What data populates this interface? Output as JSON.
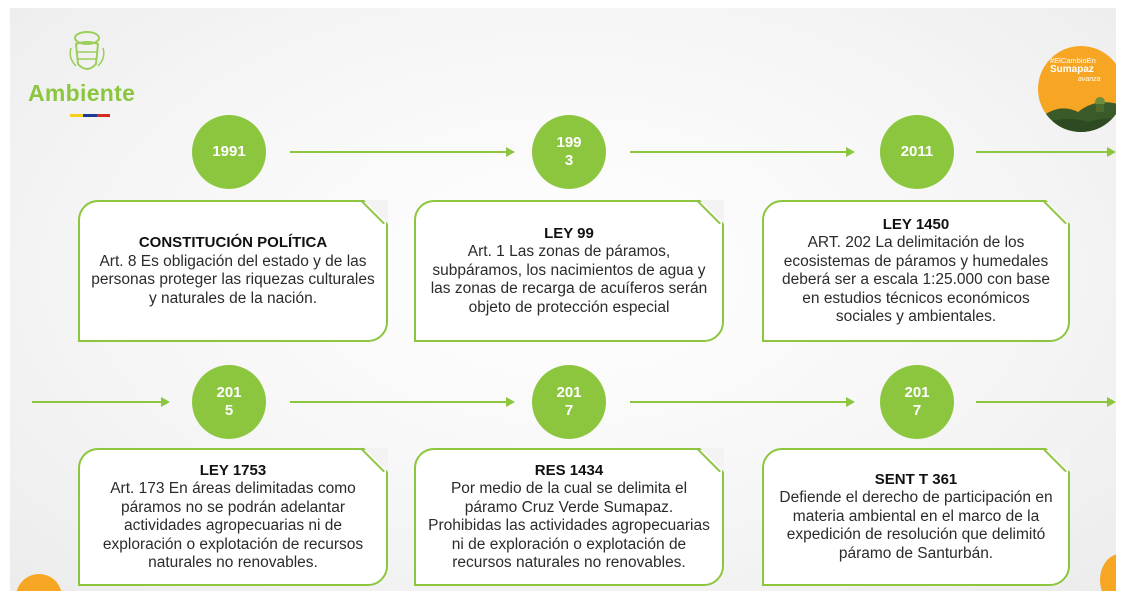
{
  "logo": {
    "text": "Ambiente",
    "flag_colors": [
      "#f7d117",
      "#1f3a93",
      "#d52b1e"
    ]
  },
  "badge": {
    "line1": "#ElCambioEn",
    "line2": "Sumapaz",
    "line3": "avanza"
  },
  "colors": {
    "green": "#8cc63f",
    "orange": "#f6a623"
  },
  "timeline": [
    {
      "year": "1991",
      "title": "CONSTITUCIÓN POLÍTICA",
      "text": "Art. 8 Es obligación del estado y de las personas proteger las riquezas culturales y naturales de la nación."
    },
    {
      "year": "199\n3",
      "title": "LEY 99",
      "text": "Art. 1 Las zonas de páramos, subpáramos, los nacimientos de agua y las zonas de recarga de acuíferos serán objeto de protección especial"
    },
    {
      "year": "2011",
      "title": "LEY 1450",
      "text": "ART. 202 La delimitación de los ecosistemas de páramos y humedales deberá ser a escala 1:25.000 con base en estudios técnicos económicos sociales y ambientales."
    },
    {
      "year": "201\n5",
      "title": "LEY 1753",
      "text": "Art. 173 En áreas delimitadas como páramos no se podrán adelantar actividades agropecuarias ni de exploración o explotación de recursos naturales no renovables."
    },
    {
      "year": "201\n7",
      "title": "RES 1434",
      "text": "Por medio de la cual se delimita el páramo Cruz Verde Sumapaz. Prohibidas las actividades agropecuarias ni de exploración o explotación de recursos naturales no renovables."
    },
    {
      "year": "201\n7",
      "title": "SENT T 361",
      "text": "Defiende el derecho de participación en materia ambiental en el marco de la expedición de resolución que delimitó páramo de Santurbán."
    }
  ]
}
